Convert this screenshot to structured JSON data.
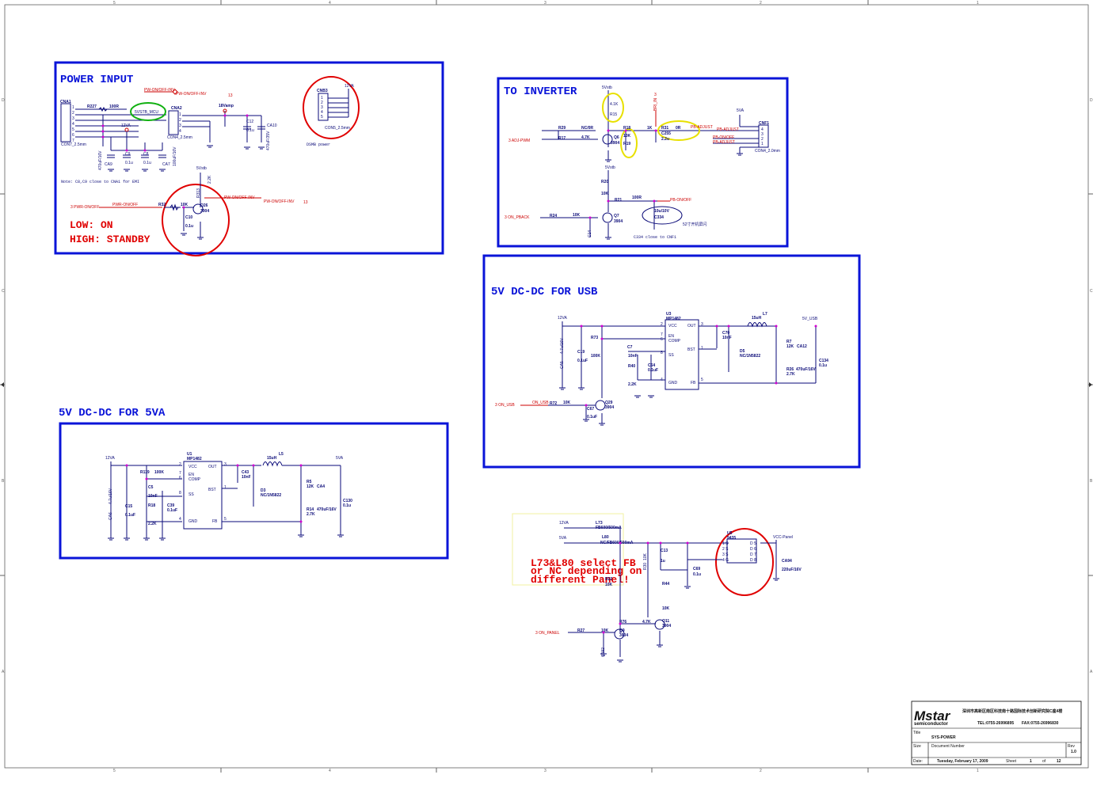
{
  "frame": {
    "col_marks": [
      "5",
      "4",
      "3",
      "2",
      "1"
    ],
    "row_marks": [
      "D",
      "C",
      "B",
      "A"
    ]
  },
  "blocks": {
    "power_input": "POWER INPUT",
    "to_inverter": "TO INVERTER",
    "usb": "5V DC-DC FOR USB",
    "fiveva": "5V DC-DC FOR 5VA"
  },
  "power_input": {
    "cna1": "CNA1",
    "cna1_part": "CON7_2.5mm",
    "cna1_pins": [
      "1",
      "2",
      "3",
      "4",
      "5",
      "6",
      "7"
    ],
    "r227": "R227",
    "r227_val": "100R",
    "mcu": "5VSTB_MCU",
    "cna2": "CNA2",
    "cna2_part": "CON4_2.5mm",
    "cna2_pins": [
      "1",
      "2",
      "3",
      "4"
    ],
    "net_pw_inv": "PW-ON/OFF-INV",
    "net_pw_inv2": "PW-ON/OFF-INV",
    "page_13a": "13",
    "v18": "18Vamp",
    "v12": "12VA",
    "c12": "C12",
    "c12_val": "0.1u",
    "ca10": "CA10",
    "ca10_val": "470uF/35V",
    "ca9": "CA9",
    "ca9_val": "470uF/16V",
    "c9": "C9",
    "c9_val": "0.1u",
    "c8": "C8",
    "c8_val": "0.1u",
    "ca7": "CA7",
    "ca7_val": "100uF/16V",
    "note": "Note: C8,C9 close to CNA1 for EMI",
    "cnb3": "CNB3",
    "cnb3_part": "CON5_2.5mm",
    "cnb3_pins": [
      "1",
      "2",
      "3",
      "4",
      "5"
    ],
    "cnb3_v": "12VA",
    "dsmb": "DSMB power",
    "v5vstb": "5Vstb",
    "r313": "R313",
    "r313_val": "2.2K",
    "pw_onoff_in": "3  PWR-ON/OFF",
    "pwr_net": "PWR-ON/OFF",
    "r32": "R32",
    "r32_val": "10K",
    "q26": "Q26",
    "q26_part": "3904",
    "c10": "C10",
    "c10_val": "0.1u",
    "pw_inv_out": "PW-ON/OFF-INV",
    "pw_inv_out2": "PW-ON/OFF-INV",
    "page_13b": "13",
    "low": "LOW: ON",
    "high": "HIGH: STANDBY"
  },
  "inverter": {
    "v5stb": "5Vstb",
    "r15": "R15",
    "r15_val": "4.1K",
    "bri": "BRI_IN",
    "bri_num": "3",
    "adj": "3  ADJ-PWM",
    "r29": "R29",
    "r29_val": "NC/0R",
    "r17": "R17",
    "r17_val": "4.7K",
    "q6": "Q6",
    "q6_part": "3904",
    "r18": "R18",
    "r18_val": "1K",
    "r19": "R19",
    "r19_val": "10K",
    "r31": "R31",
    "r31_val": "0R",
    "c255": "C255",
    "c255_val": "2.2u",
    "pb_adj": "PB-ADJUST",
    "v5va": "5VA",
    "cnf1": "CNF1",
    "cnf1_part": "CON4_2.0mm",
    "cnf1_pins": [
      "4",
      "3",
      "2",
      "1"
    ],
    "pbadj_r": "PB-ADJUST",
    "pbonoff_r": "PB-ON/OFF",
    "pbadj_r2": "PB-ADJUST",
    "v5stb2": "5Vstb",
    "r20": "R20",
    "r20_val": "10K",
    "r21": "R21",
    "r21_val": "100R",
    "pb_onoff": "PB-ON/OFF",
    "c334": "C334",
    "c334_val": "10u/10V",
    "c334_note": "C334 close to CNF1",
    "cn_note": "52寸开机屏闪",
    "on_pback": "3  ON_PBACK",
    "r24": "R24",
    "r24_val": "10K",
    "c14": "C14",
    "q7": "Q7",
    "q7_part": "3904"
  },
  "usb": {
    "v12": "12VA",
    "v5usb": "5V_USB",
    "u3": "U3",
    "u3_part": "MP1482",
    "pins": {
      "vcc": "VCC",
      "out": "OUT",
      "en": "EN",
      "comp": "COMP",
      "bst": "BST",
      "ss": "SS",
      "gnd": "GND",
      "fb": "FB"
    },
    "pin_nums": [
      "2",
      "3",
      "7",
      "6",
      "1",
      "8",
      "4",
      "5"
    ],
    "ca5": "CA5",
    "ca5_val": "4.7u/16V",
    "c19": "C19",
    "c19_val": "0.1uF",
    "r73": "R73",
    "r73_val": "100K",
    "c7": "C7",
    "c7_val": "10nF",
    "r40": "R40",
    "r40_val": "2.2K",
    "c64": "C64",
    "c64_val": "0.1uF",
    "c70": "C70",
    "c70_val": "10nF",
    "l7": "L7",
    "l7_val": "15uH",
    "d5": "D5",
    "d5_val": "NC/1N5822",
    "r7": "R7",
    "r7_val": "12K",
    "ca12": "CA12",
    "ca12_val": "470uF/16V",
    "r26": "R26",
    "r26_val": "2.7K",
    "c134": "C134",
    "c134_val": "0.1u",
    "on_usb": "3  ON_USB",
    "on_usb_net": "ON_USB",
    "r72": "R72",
    "r72_val": "10K",
    "c67": "C67",
    "c67_val": "0.1uF",
    "q29": "Q29",
    "q29_part": "3904"
  },
  "fiveva": {
    "v12": "12VA",
    "v5": "5VA",
    "u1": "U1",
    "u1_part": "MP1482",
    "pins": {
      "vcc": "VCC",
      "out": "OUT",
      "en": "EN",
      "comp": "COMP",
      "bst": "BST",
      "ss": "SS",
      "gnd": "GND",
      "fb": "FB"
    },
    "pin_nums": [
      "2",
      "3",
      "7",
      "6",
      "1",
      "8",
      "4",
      "5"
    ],
    "r119": "R119",
    "r119_val": "100K",
    "c5": "C5",
    "c5_val": "10nF",
    "r18": "R18",
    "r18_val": "2.2K",
    "c39": "C39",
    "c39_val": "0.1uF",
    "ca6": "CA6",
    "ca6_val": "4.7u/16V",
    "c15": "C15",
    "c15_val": "0.1uF",
    "c43": "C43",
    "c43_val": "10nF",
    "l5": "L5",
    "l5_val": "15uH",
    "d3": "D3",
    "d3_val": "NC/1N5822",
    "r5": "R5",
    "r5_val": "12K",
    "ca4": "CA4",
    "r14": "R14",
    "r14_val": "2.7K",
    "r14_cap": "470uF/16V",
    "c130": "C130",
    "c130_val": "0.1u"
  },
  "panel": {
    "v12": "12VA",
    "v5": "5VA",
    "l73": "L73",
    "l73_val": "FB600/500mA",
    "l80": "L80",
    "l80_val": "NC/FB600/500mA",
    "note1": "L73&L80 select FB",
    "note2": "or NC depending on",
    "note3": "different Panel!",
    "c13": "C13",
    "c13_val": "1u",
    "r30": "R30",
    "r30_val": "10K",
    "r44": "R44",
    "r44_val": "10K",
    "c69": "C69",
    "c69_val": "0.1u",
    "u5": "U5",
    "u5_part": "9435",
    "u5_pins_l": [
      "1 S",
      "2 S",
      "3 S",
      "4 G"
    ],
    "u5_pins_r": [
      "D 5",
      "D 6",
      "D 7",
      "D 8"
    ],
    "vcc_panel": "VCC-Panel",
    "ca94": "CA94",
    "ca94_val": "220uF/16V",
    "r22": "R22",
    "r22_val": "10K",
    "r76": "R76",
    "r76_val": "4.7K",
    "q11": "Q11",
    "q11_part": "3904",
    "on_panel": "3  ON_PANEL",
    "r27": "R27",
    "r27_val": "10K",
    "q9": "Q9",
    "q9_part": "3904",
    "c192": "C192"
  },
  "title_block": {
    "logo": "Mstar",
    "logo_sub": "semiconductor",
    "address": "深圳市高新区南区科技南十路国际技术创新研究院C座4楼",
    "tel": "TEL:0755-26996895",
    "fax": "FAX:0755-26996830",
    "title_label": "Title",
    "title": "SYS-POWER",
    "size_label": "Size",
    "docnum_label": "Document Number",
    "rev_label": "Rev",
    "rev": "1.0",
    "date_label": "Date:",
    "date": "Tuesday, February 17, 2009",
    "sheet_label": "Sheet",
    "sheet": "1",
    "of_label": "of",
    "of": "12"
  },
  "colors": {
    "box": "#0a14d8",
    "wire": "#0a0a78",
    "net": "#cc0000",
    "circle_red": "#e00000",
    "circle_green": "#10b010",
    "circle_yellow": "#e8e000",
    "dot": "#d000d0"
  }
}
